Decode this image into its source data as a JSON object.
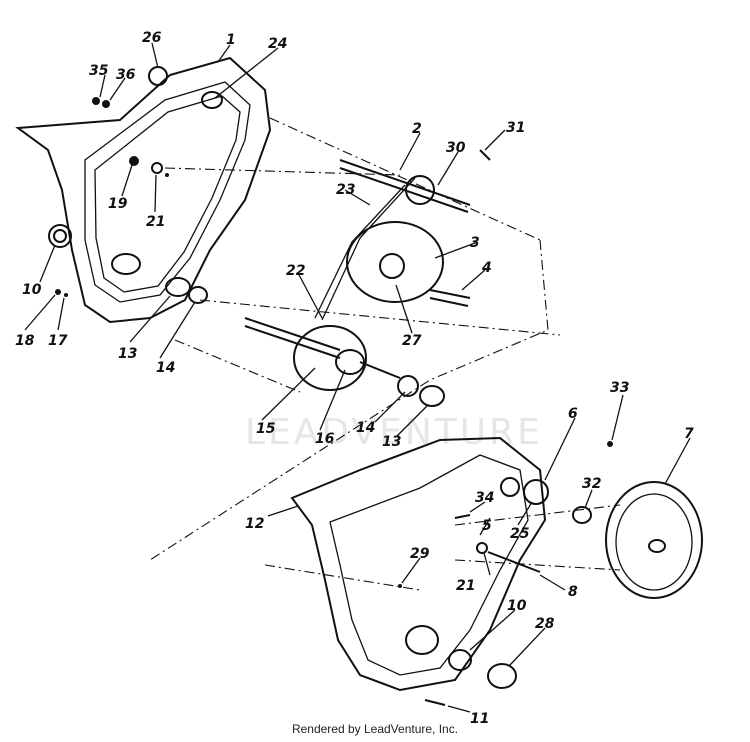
{
  "watermark": "LEADVENTURE",
  "credit": "Rendered by LeadVenture, Inc.",
  "callouts": [
    "1",
    "2",
    "3",
    "4",
    "5",
    "6",
    "7",
    "8",
    "10",
    "10",
    "11",
    "12",
    "13",
    "13",
    "14",
    "14",
    "15",
    "16",
    "17",
    "18",
    "19",
    "21",
    "21",
    "22",
    "23",
    "24",
    "25",
    "26",
    "27",
    "28",
    "29",
    "30",
    "31",
    "32",
    "33",
    "34",
    "35",
    "36"
  ]
}
